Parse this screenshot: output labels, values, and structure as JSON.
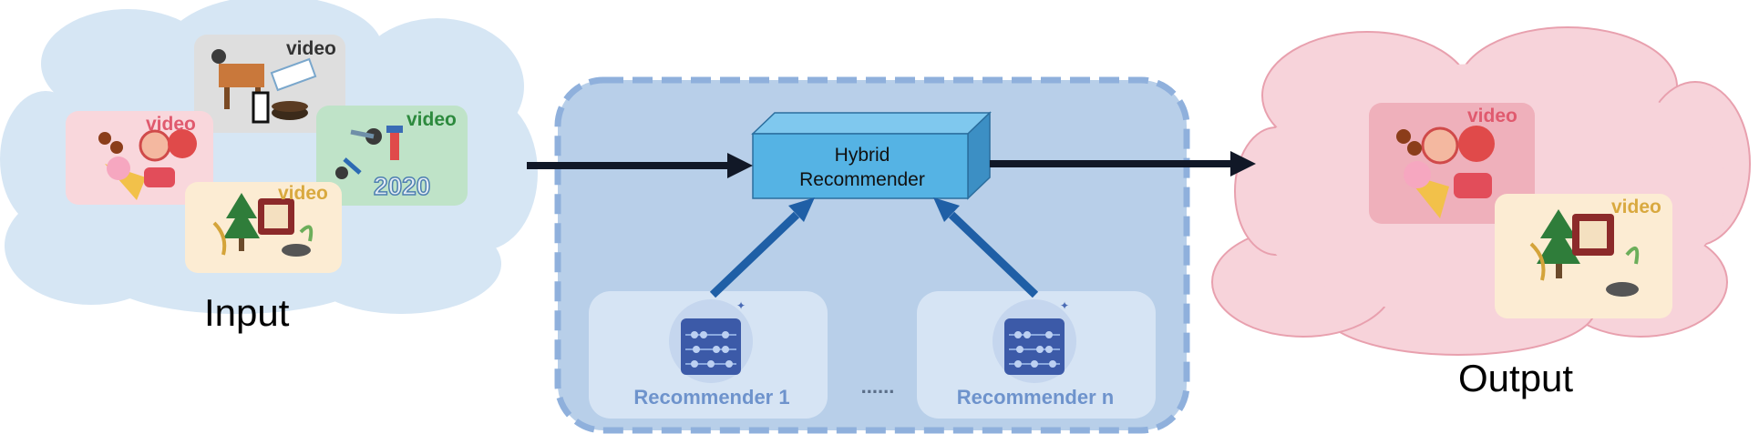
{
  "input_label": "Input",
  "output_label": "Output",
  "hybrid_label_line1": "Hybrid",
  "hybrid_label_line2": "Recommender",
  "recommender_1_label": "Recommender 1",
  "recommender_n_label": "Recommender n",
  "ellipsis": "......",
  "video_tag": "video",
  "colors": {
    "input_cloud": "#d6e6f4",
    "output_cloud": "#f7d3da",
    "output_cloud_stroke": "#e8a0ae",
    "container_fill": "#b8cfe9",
    "container_stroke": "#8fb0dc",
    "sub_box": "#d6e4f4",
    "hybrid_front": "#55b3e4",
    "hybrid_top": "#7fc8ee",
    "hybrid_side": "#3c8fc4",
    "arrow_dark": "#111827",
    "arrow_blue": "#1f5fa6",
    "recommender_text": "#6e93cc",
    "video_red": "#e05a6e",
    "video_dark": "#333333",
    "video_green": "#2d8a3e",
    "video_gold": "#d9a93f"
  }
}
